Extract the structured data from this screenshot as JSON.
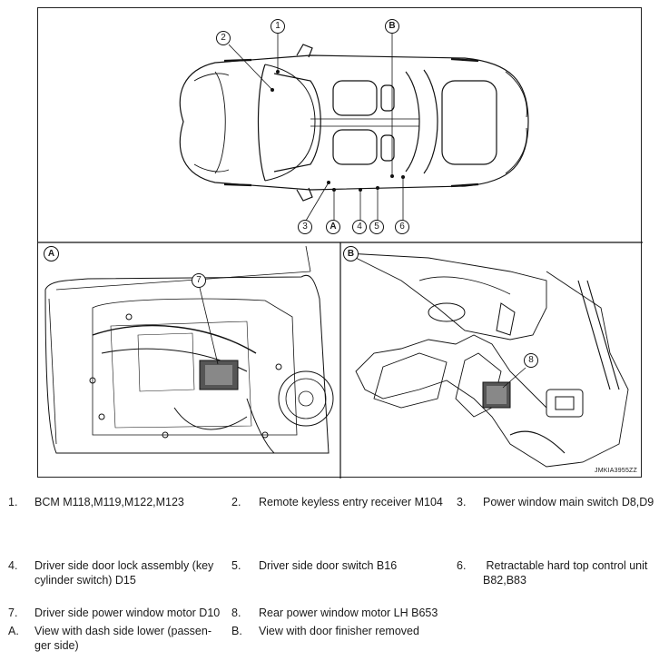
{
  "figure": {
    "code": "JMKIA3955ZZ",
    "panel_a_label": "A",
    "panel_b_label": "B",
    "callouts": {
      "c1": "1",
      "c2": "2",
      "cB": "B",
      "c3": "3",
      "cA": "A",
      "c4": "4",
      "c5": "5",
      "c6": "6",
      "c7": "7",
      "c8": "8"
    }
  },
  "legend": [
    {
      "num": "1.",
      "text": "BCM M118,M119,M122,M123"
    },
    {
      "num": "2.",
      "text": "Remote keyless entry receiver M104"
    },
    {
      "num": "3.",
      "text": "Power window main switch D8,D9"
    },
    {
      "num": "4.",
      "text": "Driver side door lock assembly (key",
      "text2": "cylinder switch) D15"
    },
    {
      "num": "5.",
      "text": "Driver side door switch B16"
    },
    {
      "num": "6.",
      "text": " Retractable hard top control unit",
      "text2": "B82,B83"
    },
    {
      "num": "7.",
      "text": "Driver side power window motor D10"
    },
    {
      "num": "8.",
      "text": "Rear power window motor LH B653"
    },
    {
      "num": "A.",
      "text": "View with dash side lower (passen-",
      "text2": "ger side)"
    },
    {
      "num": "B.",
      "text": "View with door finisher removed"
    }
  ]
}
